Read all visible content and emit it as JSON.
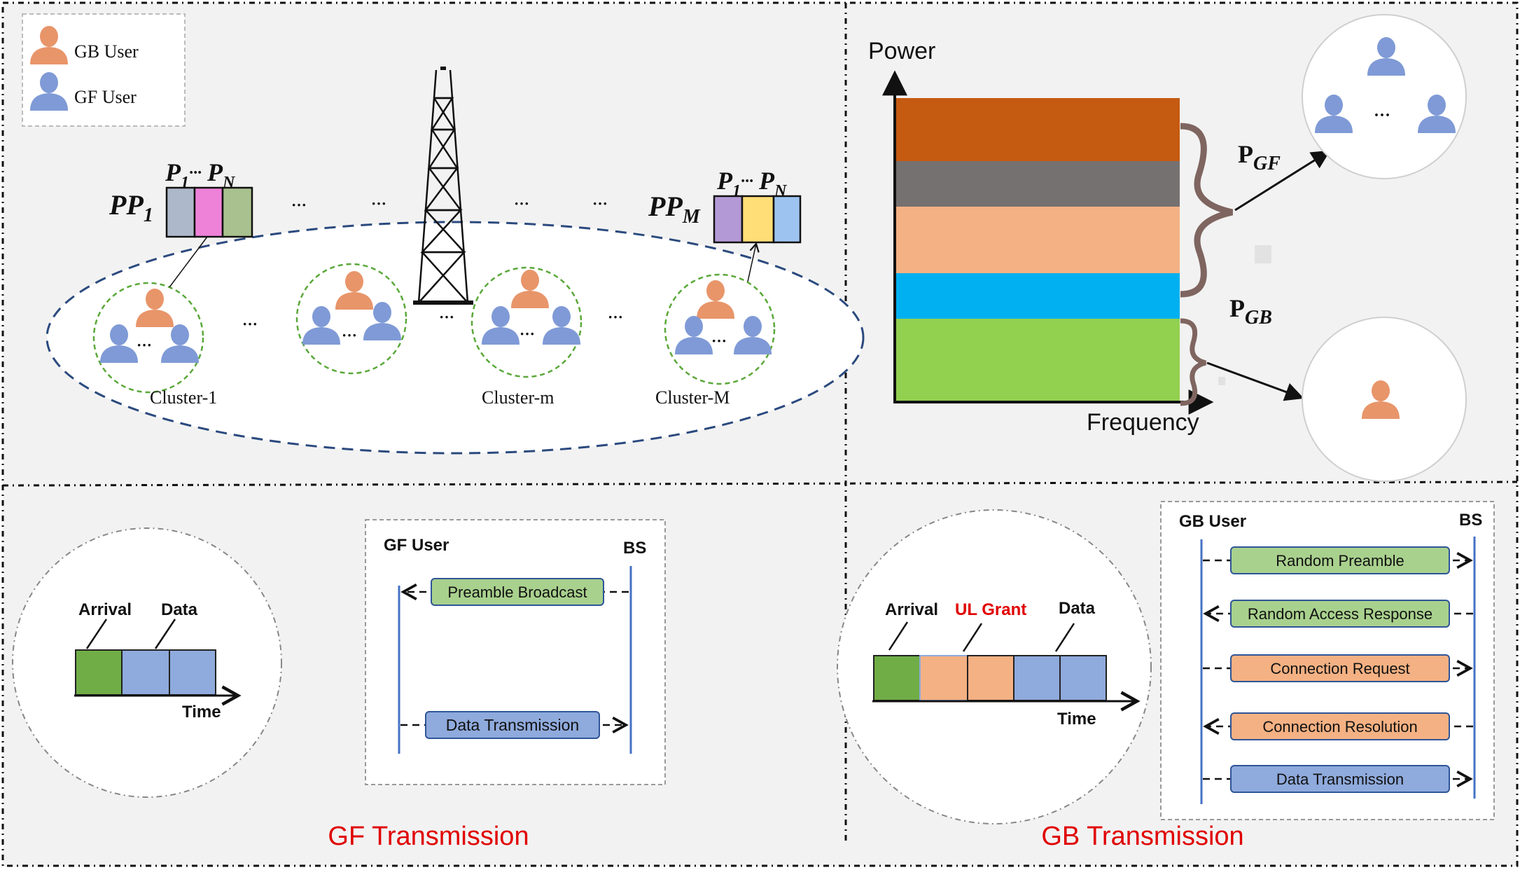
{
  "legend": {
    "gb_label": "GB User",
    "gf_label": "GF User"
  },
  "colors": {
    "gb_user": "#e8956a",
    "gf_user": "#7f9ad6",
    "panel_bg": "#f2f2f2",
    "title_red": "#e00000",
    "ellipse_dash": "#2b4a7e",
    "cluster_dash": "#5aa83a",
    "band_orange": "#c55a11",
    "band_gray": "#767171",
    "band_peach": "#f4b183",
    "band_cyan": "#00b0f0",
    "band_green": "#92d050",
    "msg_green": "#a9d18e",
    "msg_peach": "#f4b183",
    "msg_blue": "#8faadc"
  },
  "top_left": {
    "pp1": {
      "label": "PP",
      "sub": "1",
      "p_first": "P",
      "p_first_sub": "1",
      "p_dots": "···",
      "p_last": "P",
      "p_last_sub": "N"
    },
    "ppm": {
      "label": "PP",
      "sub": "M",
      "p_first": "P",
      "p_first_sub": "1",
      "p_dots": "···",
      "p_last": "P",
      "p_last_sub": "N"
    },
    "dots": "···",
    "clusters": [
      "Cluster-1",
      "Cluster-m",
      "Cluster-M"
    ]
  },
  "top_right": {
    "y_axis": "Power",
    "x_axis": "Frequency",
    "p_gf": {
      "main": "P",
      "sub": "GF"
    },
    "p_gb": {
      "main": "P",
      "sub": "GB"
    },
    "dots": "···"
  },
  "gf_panel": {
    "title": "GF Transmission",
    "timeline": {
      "arrival": "Arrival",
      "data": "Data",
      "time": "Time"
    },
    "seq": {
      "left": "GF User",
      "right": "BS",
      "messages": [
        "Preamble Broadcast",
        "Data Transmission"
      ]
    }
  },
  "gb_panel": {
    "title": "GB Transmission",
    "timeline": {
      "arrival": "Arrival",
      "ul_grant": "UL Grant",
      "data": "Data",
      "time": "Time"
    },
    "seq": {
      "left": "GB User",
      "right": "BS",
      "messages": [
        "Random Preamble",
        "Random Access Response",
        "Connection Request",
        "Connection Resolution",
        "Data Transmission"
      ]
    }
  }
}
